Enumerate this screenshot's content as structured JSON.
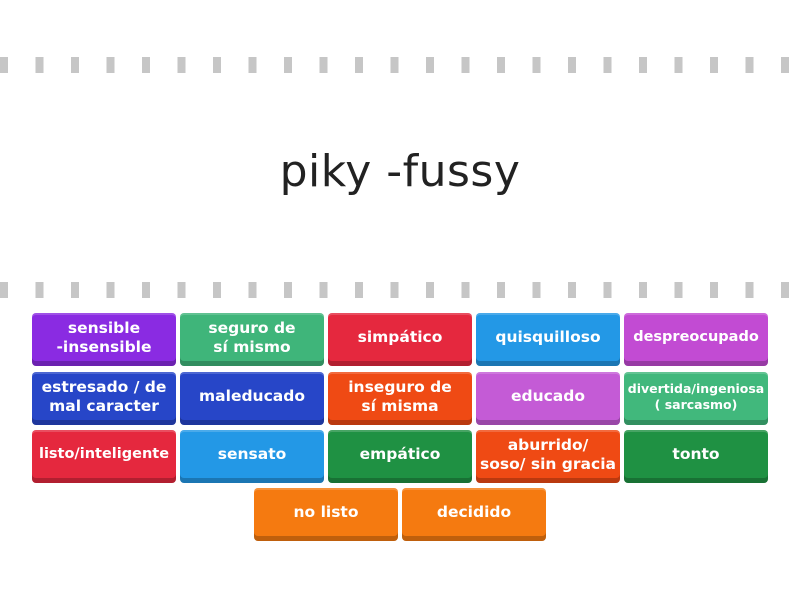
{
  "prompt": "piky  -fussy",
  "tiles": [
    {
      "label": "sensible\n-insensible"
    },
    {
      "label": "seguro de\nsí mismo"
    },
    {
      "label": "simpático"
    },
    {
      "label": "quisquilloso"
    },
    {
      "label": "despreocupado"
    },
    {
      "label": "estresado / de\nmal caracter"
    },
    {
      "label": "maleducado"
    },
    {
      "label": "inseguro de\nsí misma"
    },
    {
      "label": "educado"
    },
    {
      "label": "divertida/ingeniosa\n( sarcasmo)"
    },
    {
      "label": "listo/inteligente"
    },
    {
      "label": "sensato"
    },
    {
      "label": "empático"
    },
    {
      "label": "aburrido/\nsoso/ sin gracia"
    },
    {
      "label": "tonto"
    },
    {
      "label": "no listo"
    },
    {
      "label": "decidido"
    }
  ],
  "colors": {
    "purple": "#8a2be2",
    "teal": "#3fb57a",
    "red": "#e5283e",
    "blue": "#2398e6",
    "magenta": "#c24bd3",
    "navy": "#2746c8",
    "orange_red": "#ef4a14",
    "green": "#1f9143",
    "orange": "#f57a10"
  }
}
